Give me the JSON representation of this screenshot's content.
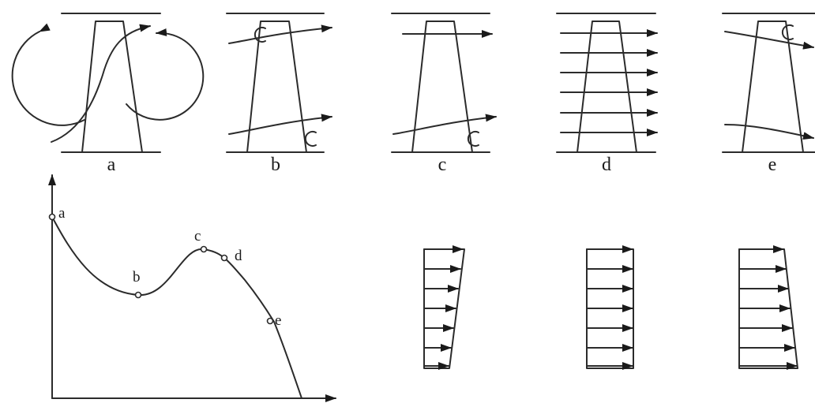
{
  "panels": {
    "a": {
      "label": "a"
    },
    "b": {
      "label": "b"
    },
    "c": {
      "label": "c"
    },
    "d": {
      "label": "d"
    },
    "e": {
      "label": "e"
    }
  },
  "curve_points": {
    "a": "a",
    "b": "b",
    "c": "c",
    "d": "d",
    "e": "e"
  },
  "colors": {
    "stroke": "#2b2b2b",
    "background": "#ffffff"
  }
}
